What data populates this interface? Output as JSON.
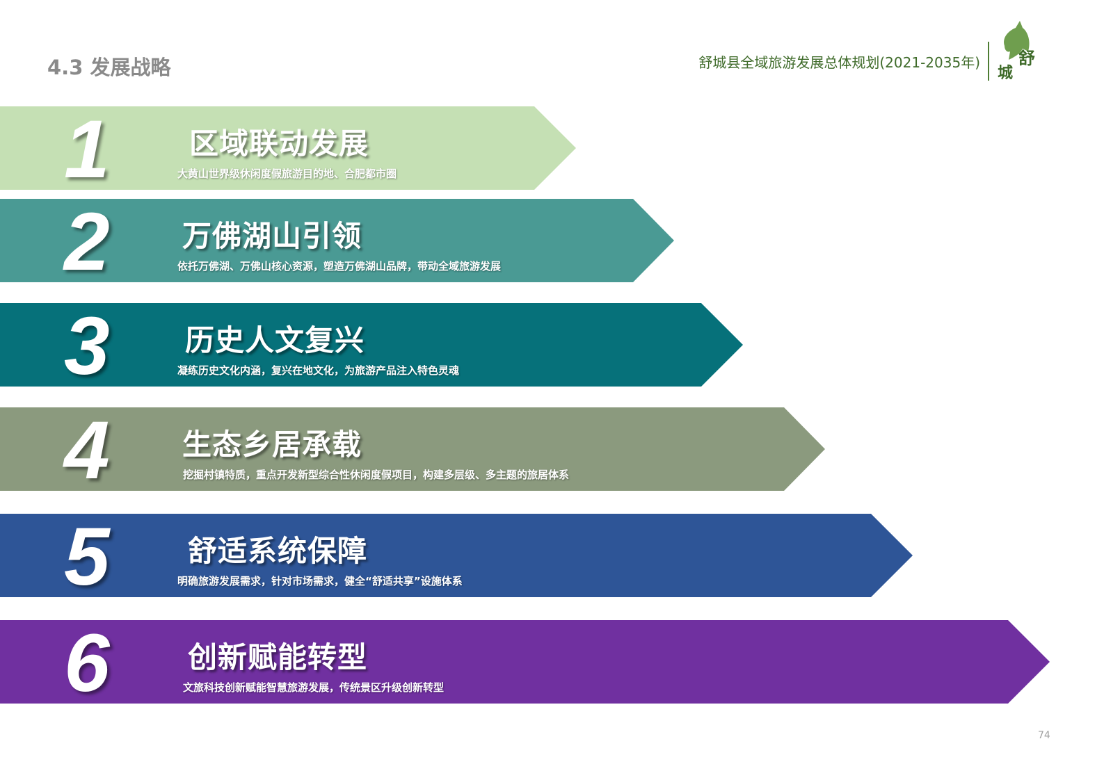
{
  "header": {
    "section_title": "4.3 发展战略",
    "doc_title": "舒城县全域旅游发展总体规划(2021-2035年)",
    "logo_text": "舒城"
  },
  "strategies": [
    {
      "number": "1",
      "title": "区域联动发展",
      "subtitle": "大黄山世界级休闲度假旅游目的地、合肥都市圈",
      "color": "#c5e0b4"
    },
    {
      "number": "2",
      "title": "万佛湖山引领",
      "subtitle": "依托万佛湖、万佛山核心资源，塑造万佛湖山品牌，带动全域旅游发展",
      "color": "#4a9a94"
    },
    {
      "number": "3",
      "title": "历史人文复兴",
      "subtitle": "凝练历史文化内涵，复兴在地文化，为旅游产品注入特色灵魂",
      "color": "#06717a"
    },
    {
      "number": "4",
      "title": "生态乡居承载",
      "subtitle": "挖掘村镇特质，重点开发新型综合性休闲度假项目，构建多层级、多主题的旅居体系",
      "color": "#8b9a7e"
    },
    {
      "number": "5",
      "title": "舒适系统保障",
      "subtitle": "明确旅游发展需求，针对市场需求，健全“舒适共享”设施体系",
      "color": "#2e5597"
    },
    {
      "number": "6",
      "title": "创新赋能转型",
      "subtitle": "文旅科技创新赋能智慧旅游发展，传统景区升级创新转型",
      "color": "#7030a0"
    }
  ],
  "footer": {
    "page_number": "74"
  }
}
